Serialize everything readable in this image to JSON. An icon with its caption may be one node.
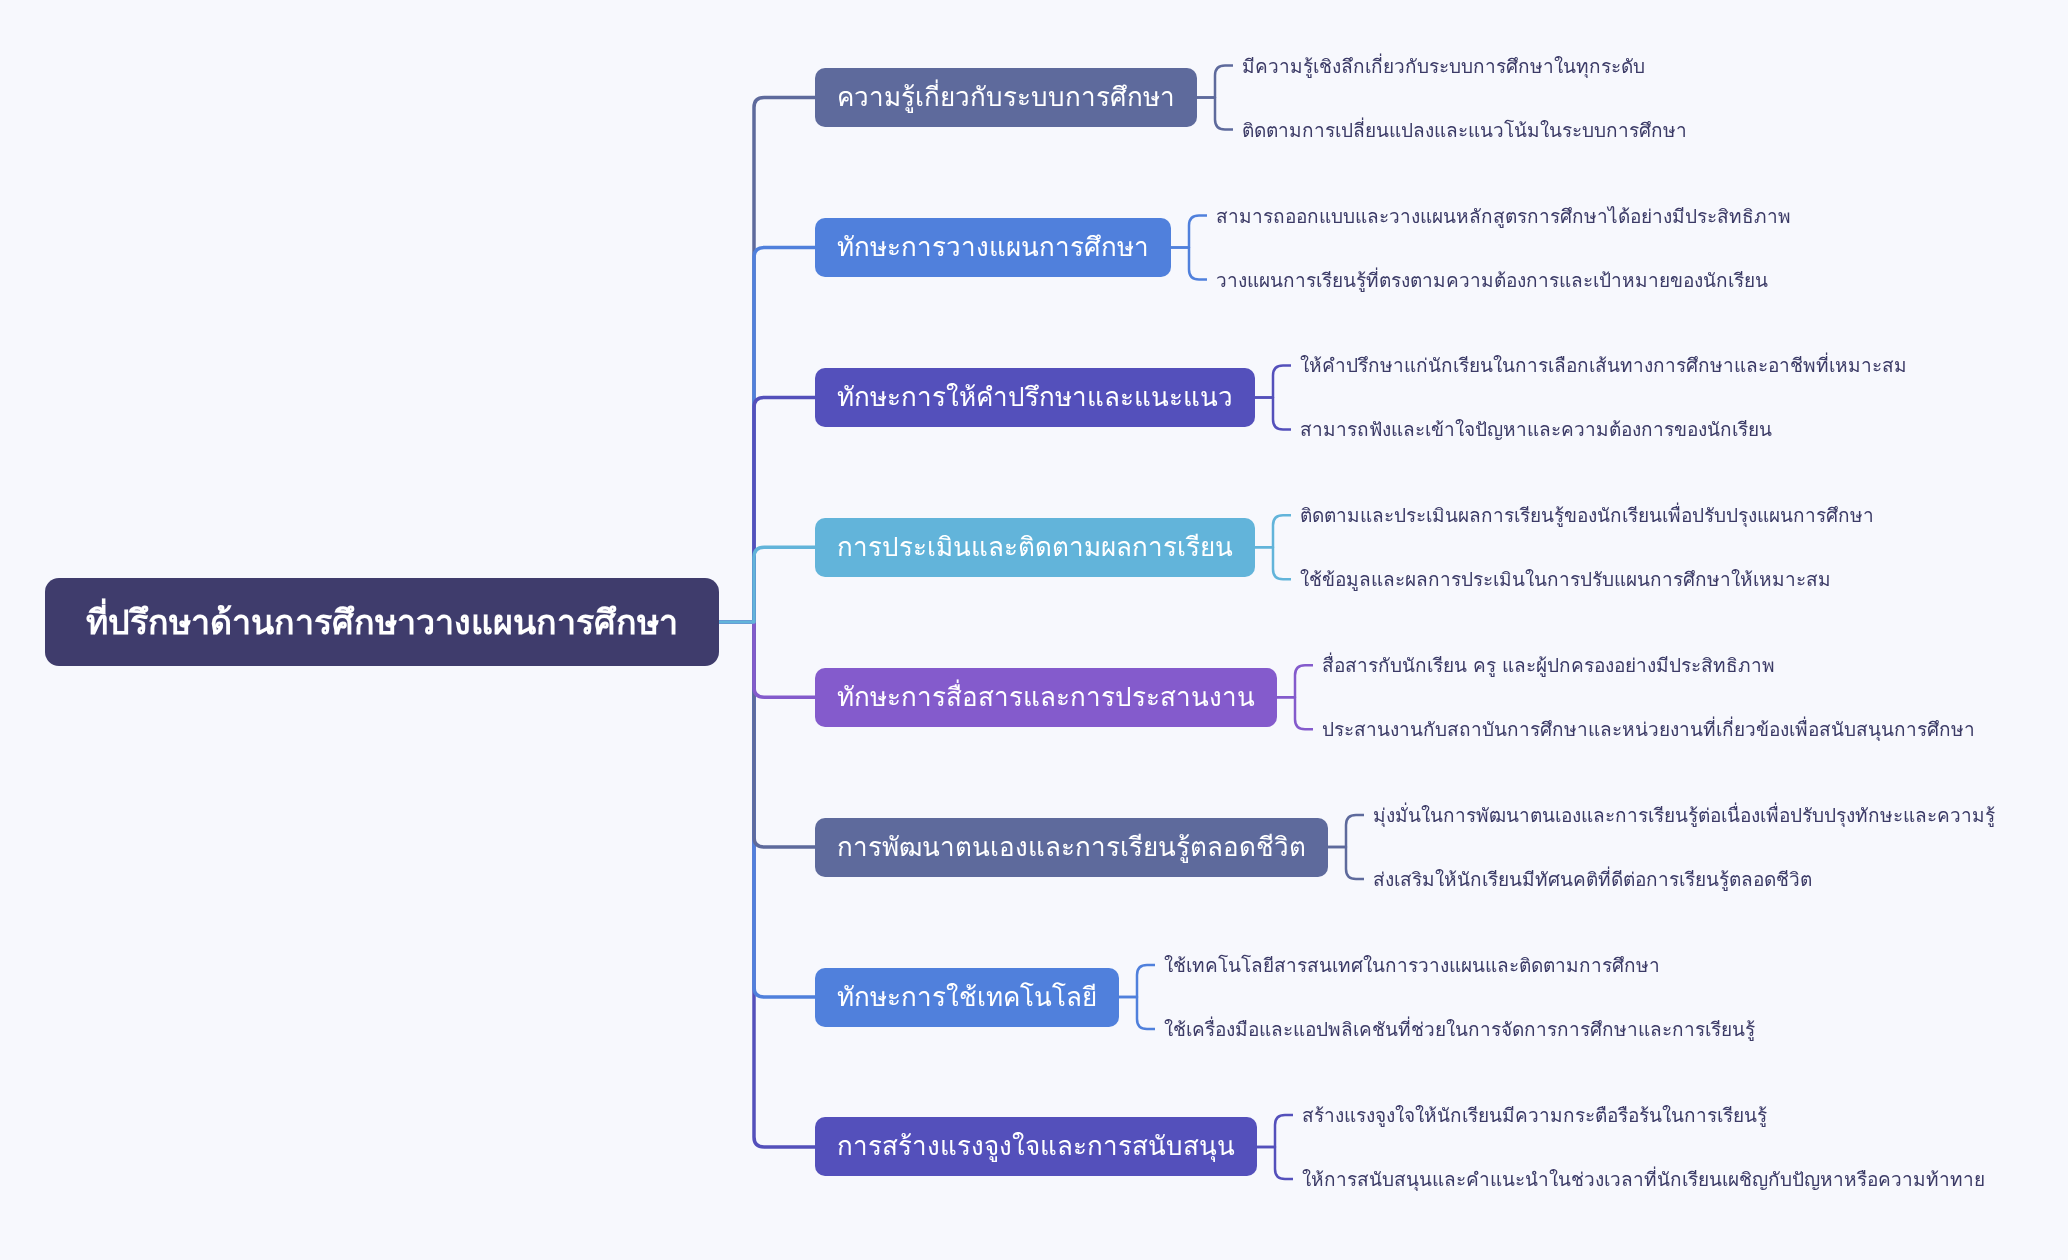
{
  "diagram": {
    "nodes": [
      {
        "text": [
          "ที่ปรึกษาด้านการศึกษาวางแผนการศึกษา"
        ]
      },
      {
        "text": [
          "ความรู้เกี่ยวกับระบบการศึกษา"
        ]
      },
      {
        "text": [
          "มีความรู้เชิงลึกเกี่ยวกับระบบการศึกษาในทุกระดับ"
        ]
      },
      {
        "text": [
          "ติดตามการเปลี่ยนแปลงและแนวโน้มในระบบการศึกษา"
        ]
      },
      {
        "text": [
          "ทักษะการวางแผนการศึกษา"
        ]
      },
      {
        "text": [
          "สามารถออกแบบและวางแผนหลักสูตรการศึกษาได้อย่างมีประสิทธิภาพ"
        ]
      },
      {
        "text": [
          "วางแผนการเรียนรู้ที่ตรงตามความต้องการและเป้าหมายของนักเรียน"
        ]
      },
      {
        "text": [
          "ทักษะการให้คำปรึกษาและแนะแนว"
        ]
      },
      {
        "text": [
          "ให้คำปรึกษาแก่นักเรียนในการเลือกเส้นทางการศึกษาและอาชีพที่เหมาะสม"
        ]
      },
      {
        "text": [
          "สามารถฟังและเข้าใจปัญหาและความต้องการของนักเรียน"
        ]
      },
      {
        "text": [
          "การประเมินและติดตามผลการเรียน"
        ]
      },
      {
        "text": [
          "ติดตามและประเมินผลการเรียนรู้ของนักเรียนเพื่อปรับปรุงแผนการศึกษา"
        ]
      },
      {
        "text": [
          "ใช้ข้อมูลและผลการประเมินในการปรับแผนการศึกษาให้เหมาะสม"
        ]
      },
      {
        "text": [
          "ทักษะการสื่อสารและการประสานงาน"
        ]
      },
      {
        "text": [
          "สื่อสารกับนักเรียน ครู และผู้ปกครองอย่างมีประสิทธิภาพ"
        ]
      },
      {
        "text": [
          "ประสานงานกับสถาบันการศึกษาและหน่วยงานที่เกี่ยวข้องเพื่อสนับสนุนการศึกษา"
        ]
      },
      {
        "text": [
          "การพัฒนาตนเองและการเรียนรู้ตลอดชีวิต"
        ]
      },
      {
        "text": [
          "มุ่งมั่นในการพัฒนาตนเองและการเรียนรู้ต่อเนื่องเพื่อปรับปรุงทักษะและความรู้"
        ]
      },
      {
        "text": [
          "ส่งเสริมให้นักเรียนมีทัศนคติที่ดีต่อการเรียนรู้ตลอดชีวิต"
        ]
      },
      {
        "text": [
          "ทักษะการใช้เทคโนโลยี"
        ]
      },
      {
        "text": [
          "ใช้เทคโนโลยีสารสนเทศในการวางแผนและติดตามการศึกษา"
        ]
      },
      {
        "text": [
          "ใช้เครื่องมือและแอปพลิเคชันที่ช่วยในการจัดการการศึกษาและการเรียนรู้"
        ]
      },
      {
        "text": [
          "การสร้างแรงจูงใจและการสนับสนุน"
        ]
      },
      {
        "text": [
          "สร้างแรงจูงใจให้นักเรียนมีความกระตือรือร้นในการเรียนรู้"
        ]
      },
      {
        "text": [
          "ให้การสนับสนุนและคำแนะนำในช่วงเวลาที่นักเรียนเผชิญกับปัญหาหรือความท้าทาย"
        ]
      }
    ],
    "edges": [
      {
        "from": 0,
        "to": 1,
        "arrow": "none",
        "color": "#5e6a9c"
      },
      {
        "from": 0,
        "to": 4,
        "arrow": "none",
        "color": "#5080dc"
      },
      {
        "from": 0,
        "to": 7,
        "arrow": "none",
        "color": "#5450bb"
      },
      {
        "from": 0,
        "to": 10,
        "arrow": "none",
        "color": "#62b4da"
      },
      {
        "from": 0,
        "to": 13,
        "arrow": "none",
        "color": "#845bcc"
      },
      {
        "from": 0,
        "to": 16,
        "arrow": "none",
        "color": "#5e6a9c"
      },
      {
        "from": 0,
        "to": 19,
        "arrow": "none",
        "color": "#5080dc"
      },
      {
        "from": 0,
        "to": 22,
        "arrow": "none",
        "color": "#5450bb"
      },
      {
        "from": 1,
        "to": 2,
        "arrow": "none",
        "color": "#5e6a9c"
      },
      {
        "from": 1,
        "to": 3,
        "arrow": "none",
        "color": "#5e6a9c"
      },
      {
        "from": 4,
        "to": 5,
        "arrow": "none",
        "color": "#5080dc"
      },
      {
        "from": 4,
        "to": 6,
        "arrow": "none",
        "color": "#5080dc"
      },
      {
        "from": 7,
        "to": 8,
        "arrow": "none",
        "color": "#5450bb"
      },
      {
        "from": 7,
        "to": 9,
        "arrow": "none",
        "color": "#5450bb"
      },
      {
        "from": 10,
        "to": 11,
        "arrow": "none",
        "color": "#62b4da"
      },
      {
        "from": 10,
        "to": 12,
        "arrow": "none",
        "color": "#62b4da"
      },
      {
        "from": 13,
        "to": 14,
        "arrow": "none",
        "color": "#845bcc"
      },
      {
        "from": 13,
        "to": 15,
        "arrow": "none",
        "color": "#845bcc"
      },
      {
        "from": 16,
        "to": 17,
        "arrow": "none",
        "color": "#5e6a9c"
      },
      {
        "from": 16,
        "to": 18,
        "arrow": "none",
        "color": "#5e6a9c"
      },
      {
        "from": 19,
        "to": 20,
        "arrow": "none",
        "color": "#5080dc"
      },
      {
        "from": 19,
        "to": 21,
        "arrow": "none",
        "color": "#5080dc"
      },
      {
        "from": 22,
        "to": 23,
        "arrow": "none",
        "color": "#5450bb"
      },
      {
        "from": 22,
        "to": 24,
        "arrow": "none",
        "color": "#5450bb"
      }
    ]
  }
}
